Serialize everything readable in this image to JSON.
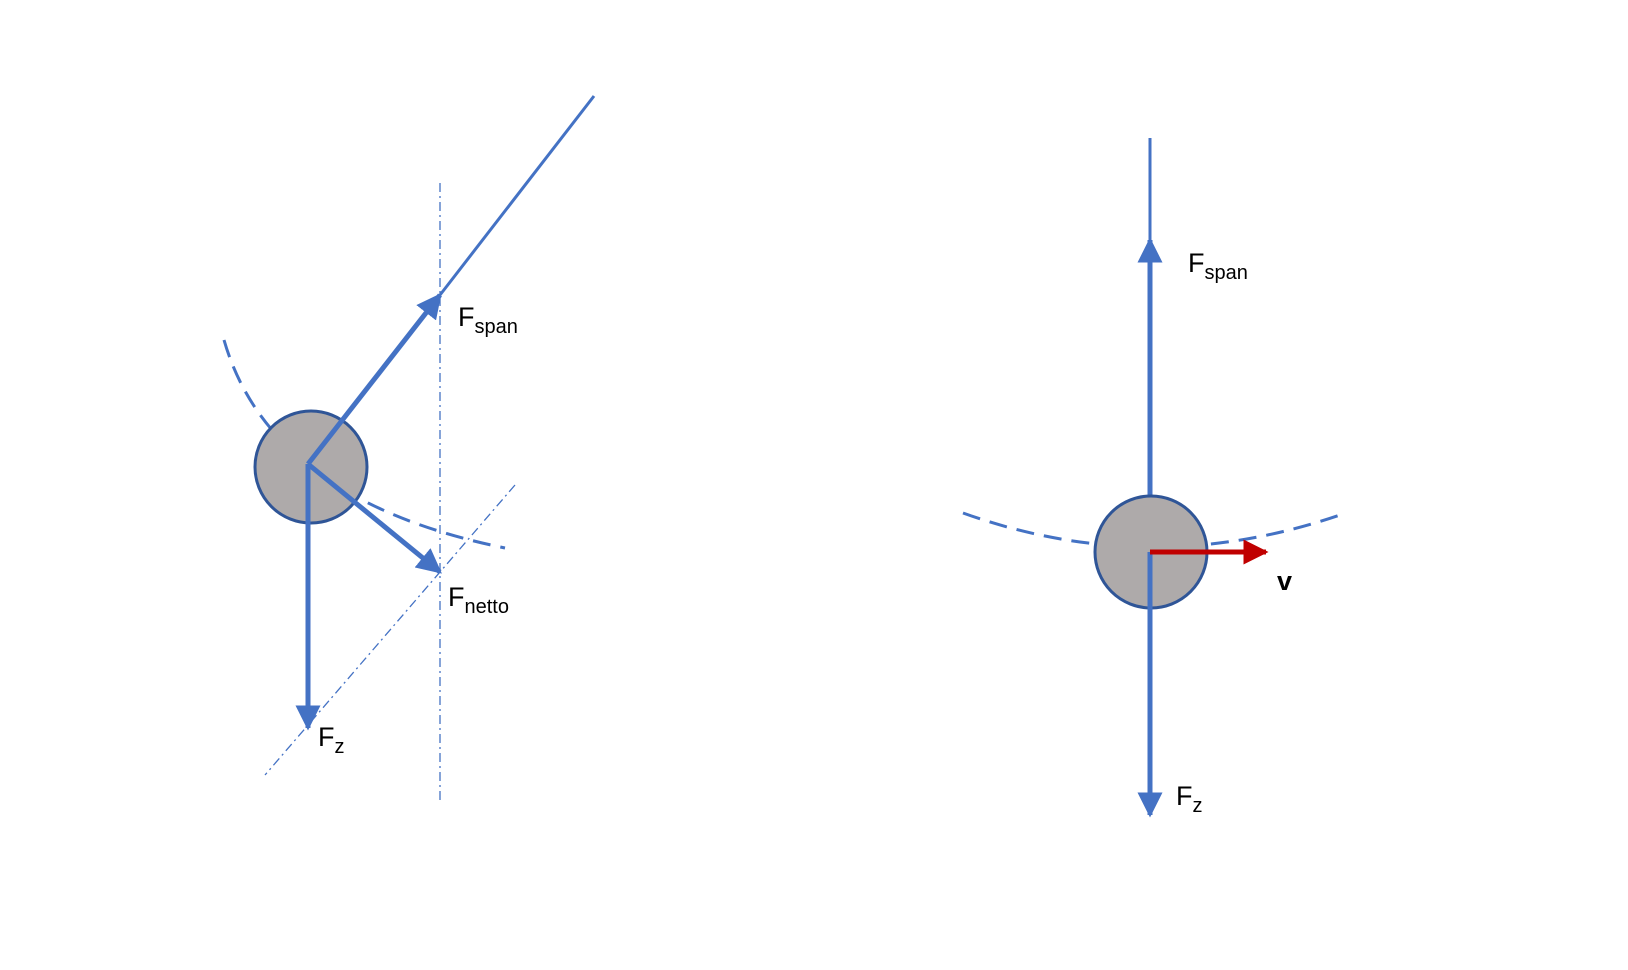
{
  "colors": {
    "force": "#4472C4",
    "velocity": "#C00000",
    "mass_fill": "#AEAAAA",
    "mass_stroke": "#2F5597",
    "label": "#000000"
  },
  "left_diagram": {
    "tension": {
      "main": "F",
      "sub": "span"
    },
    "net": {
      "main": "F",
      "sub": "netto"
    },
    "gravity": {
      "main": "F",
      "sub": "z"
    }
  },
  "right_diagram": {
    "tension": {
      "main": "F",
      "sub": "span"
    },
    "gravity": {
      "main": "F",
      "sub": "z"
    },
    "velocity": {
      "main": "v"
    }
  }
}
